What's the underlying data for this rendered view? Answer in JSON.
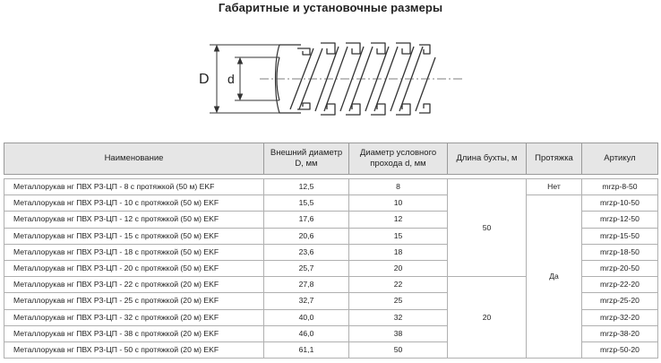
{
  "title": "Габаритные и установочные размеры",
  "diagram": {
    "label_outer": "D",
    "label_inner": "d"
  },
  "table": {
    "headers": {
      "name": "Наименование",
      "outer_d": [
        "Внешний диаметр",
        "D, мм"
      ],
      "inner_d": [
        "Диаметр условного",
        "прохода d, мм"
      ],
      "length": "Длина бухты, м",
      "pull": "Протяжка",
      "article": "Артикул"
    },
    "rows": [
      {
        "name": "Металлорукав нг ПВХ РЗ-ЦП - 8 с протяжкой (50 м) EKF",
        "outer_d": "12,5",
        "inner_d": "8",
        "article": "mrzp-8-50"
      },
      {
        "name": "Металлорукав нг ПВХ РЗ-ЦП - 10 с протяжкой (50 м) EKF",
        "outer_d": "15,5",
        "inner_d": "10",
        "article": "mrzp-10-50"
      },
      {
        "name": "Металлорукав нг ПВХ РЗ-ЦП - 12 с протяжкой (50 м) EKF",
        "outer_d": "17,6",
        "inner_d": "12",
        "article": "mrzp-12-50"
      },
      {
        "name": "Металлорукав нг ПВХ РЗ-ЦП - 15 с протяжкой (50 м) EKF",
        "outer_d": "20,6",
        "inner_d": "15",
        "article": "mrzp-15-50"
      },
      {
        "name": "Металлорукав нг ПВХ РЗ-ЦП - 18 с протяжкой (50 м) EKF",
        "outer_d": "23,6",
        "inner_d": "18",
        "article": "mrzp-18-50"
      },
      {
        "name": "Металлорукав нг ПВХ РЗ-ЦП - 20 с протяжкой (50 м) EKF",
        "outer_d": "25,7",
        "inner_d": "20",
        "article": "mrzp-20-50"
      },
      {
        "name": "Металлорукав нг ПВХ РЗ-ЦП - 22 с протяжкой (20 м) EKF",
        "outer_d": "27,8",
        "inner_d": "22",
        "article": "mrzp-22-20"
      },
      {
        "name": "Металлорукав нг ПВХ РЗ-ЦП - 25 с протяжкой (20 м) EKF",
        "outer_d": "32,7",
        "inner_d": "25",
        "article": "mrzp-25-20"
      },
      {
        "name": "Металлорукав нг ПВХ РЗ-ЦП - 32 с протяжкой (20 м) EKF",
        "outer_d": "40,0",
        "inner_d": "32",
        "article": "mrzp-32-20"
      },
      {
        "name": "Металлорукав нг ПВХ РЗ-ЦП - 38 с протяжкой (20 м) EKF",
        "outer_d": "46,0",
        "inner_d": "38",
        "article": "mrzp-38-20"
      },
      {
        "name": "Металлорукав нг ПВХ РЗ-ЦП - 50 с протяжкой (20 м) EKF",
        "outer_d": "61,1",
        "inner_d": "50",
        "article": "mrzp-50-20"
      }
    ],
    "length_groups": [
      "50",
      "20"
    ],
    "pull_values": [
      "Нет",
      "Да"
    ]
  }
}
